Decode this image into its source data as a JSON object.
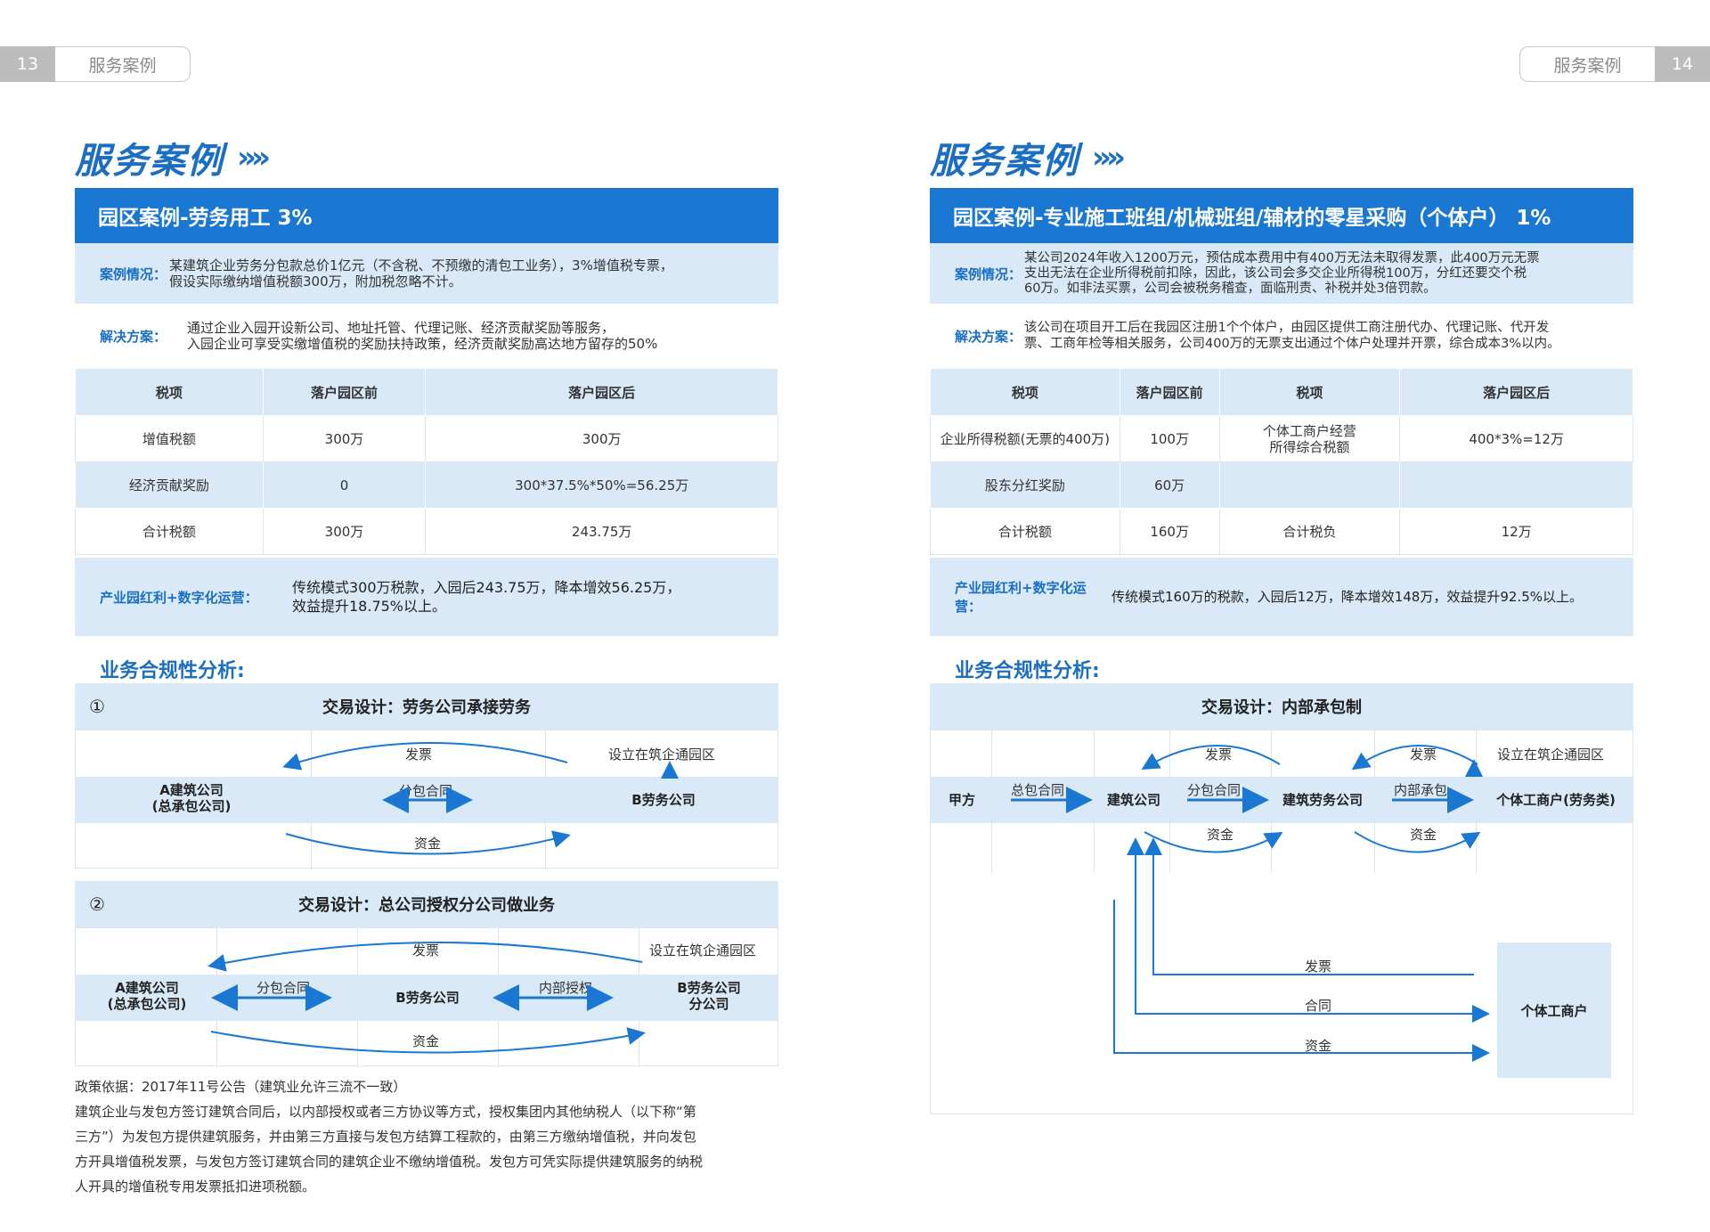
{
  "header": {
    "left_page_num": "13",
    "left_label": "服务案例",
    "right_label": "服务案例",
    "right_page_num": "14"
  },
  "left": {
    "title": "服务案例",
    "chevrons": "»»",
    "card_title": "园区案例-劳务用工 3%",
    "case_key": "案例情况：",
    "case_text": [
      "某建筑企业劳务分包款总价1亿元（不含税、不预缴的清包工业务），3%增值税专票，",
      "假设实际缴纳增值税额300万，附加税忽略不计。"
    ],
    "solution_key": "解决方案：",
    "solution_text": [
      "通过企业入园开设新公司、地址托管、代理记账、经济贡献奖励等服务，",
      "入园企业可享受实缴增值税的奖励扶持政策，经济贡献奖励高达地方留存的50%"
    ],
    "table": {
      "headers": [
        "税项",
        "落户园区前",
        "落户园区后"
      ],
      "rows": [
        [
          "增值税额",
          "300万",
          "300万"
        ],
        [
          "经济贡献奖励",
          "0",
          "300*37.5%*50%=56.25万"
        ],
        [
          "合计税额",
          "300万",
          "243.75万"
        ]
      ]
    },
    "footer_key": "产业园红利+数字化运营：",
    "footer_text": [
      "传统模式300万税款，入园后243.75万，降本增效56.25万，",
      "效益提升18.75%以上。"
    ],
    "compliance_title": "业务合规性分析:",
    "diagram1": {
      "num": "①",
      "title": "交易设计：劳务公司承接劳务",
      "node_a": [
        "A建筑公司",
        "(总承包公司)"
      ],
      "node_b": "B劳务公司",
      "invoice": "发票",
      "contract": "分包合同",
      "funds": "资金",
      "park_note": "设立在筑企通园区"
    },
    "diagram2": {
      "num": "②",
      "title": "交易设计：总公司授权分公司做业务",
      "node_a": [
        "A建筑公司",
        "(总承包公司)"
      ],
      "node_b": "B劳务公司",
      "node_c": [
        "B劳务公司",
        "分公司"
      ],
      "invoice": "发票",
      "contract": "分包合同",
      "auth": "内部授权",
      "funds": "资金",
      "park_note": "设立在筑企通园区"
    },
    "policy": [
      "政策依据：2017年11号公告（建筑业允许三流不一致）",
      "建筑企业与发包方签订建筑合同后，以内部授权或者三方协议等方式，授权集团内其他纳税人（以下称“第",
      "三方”）为发包方提供建筑服务，并由第三方直接与发包方结算工程款的，由第三方缴纳增值税，并向发包",
      "方开具增值税发票，与发包方签订建筑合同的建筑企业不缴纳增值税。发包方可凭实际提供建筑服务的纳税",
      "人开具的增值税专用发票抵扣进项税额。"
    ]
  },
  "right": {
    "title": "服务案例",
    "chevrons": "»»",
    "card_title": "园区案例-专业施工班组/机械班组/辅材的零星采购（个体户） 1%",
    "case_key": "案例情况：",
    "case_text": [
      "某公司2024年收入1200万元，预估成本费用中有400万无法未取得发票，此400万元无票",
      "支出无法在企业所得税前扣除，因此，该公司会多交企业所得税100万，分红还要交个税",
      "60万。如非法买票，公司会被税务稽查，面临刑责、补税并处3倍罚款。"
    ],
    "solution_key": "解决方案：",
    "solution_text": [
      "该公司在项目开工后在我园区注册1个个体户，由园区提供工商注册代办、代理记账、代开发",
      "票、工商年检等相关服务，公司400万的无票支出通过个体户处理并开票，综合成本3%以内。"
    ],
    "table": {
      "headers": [
        "税项",
        "落户园区前",
        "税项",
        "落户园区后"
      ],
      "rows": [
        [
          "企业所得税额(无票的400万)",
          "100万",
          [
            "个体工商户经营",
            "所得综合税额"
          ],
          "400*3%=12万"
        ],
        [
          "股东分红奖励",
          "60万",
          "",
          ""
        ],
        [
          "合计税额",
          "160万",
          "合计税负",
          "12万"
        ]
      ]
    },
    "footer_key": "产业园红利+数字化运营：",
    "footer_text": [
      "传统模式160万的税款，入园后12万，降本增效148万，效益提升92.5%以上。"
    ],
    "compliance_title": "业务合规性分析:",
    "diagram": {
      "title": "交易设计：内部承包制",
      "party_a": "甲方",
      "construction": "建筑公司",
      "labor": "建筑劳务公司",
      "individual": "个体工商户(劳务类)",
      "contract1": "总包合同",
      "contract2": "分包合同",
      "contract3": "内部承包",
      "invoice": "发票",
      "funds": "资金",
      "park_note": "设立在筑企通园区",
      "box": "个体工商户",
      "flow_invoice": "发票",
      "flow_contract": "合同",
      "flow_funds": "资金"
    }
  }
}
